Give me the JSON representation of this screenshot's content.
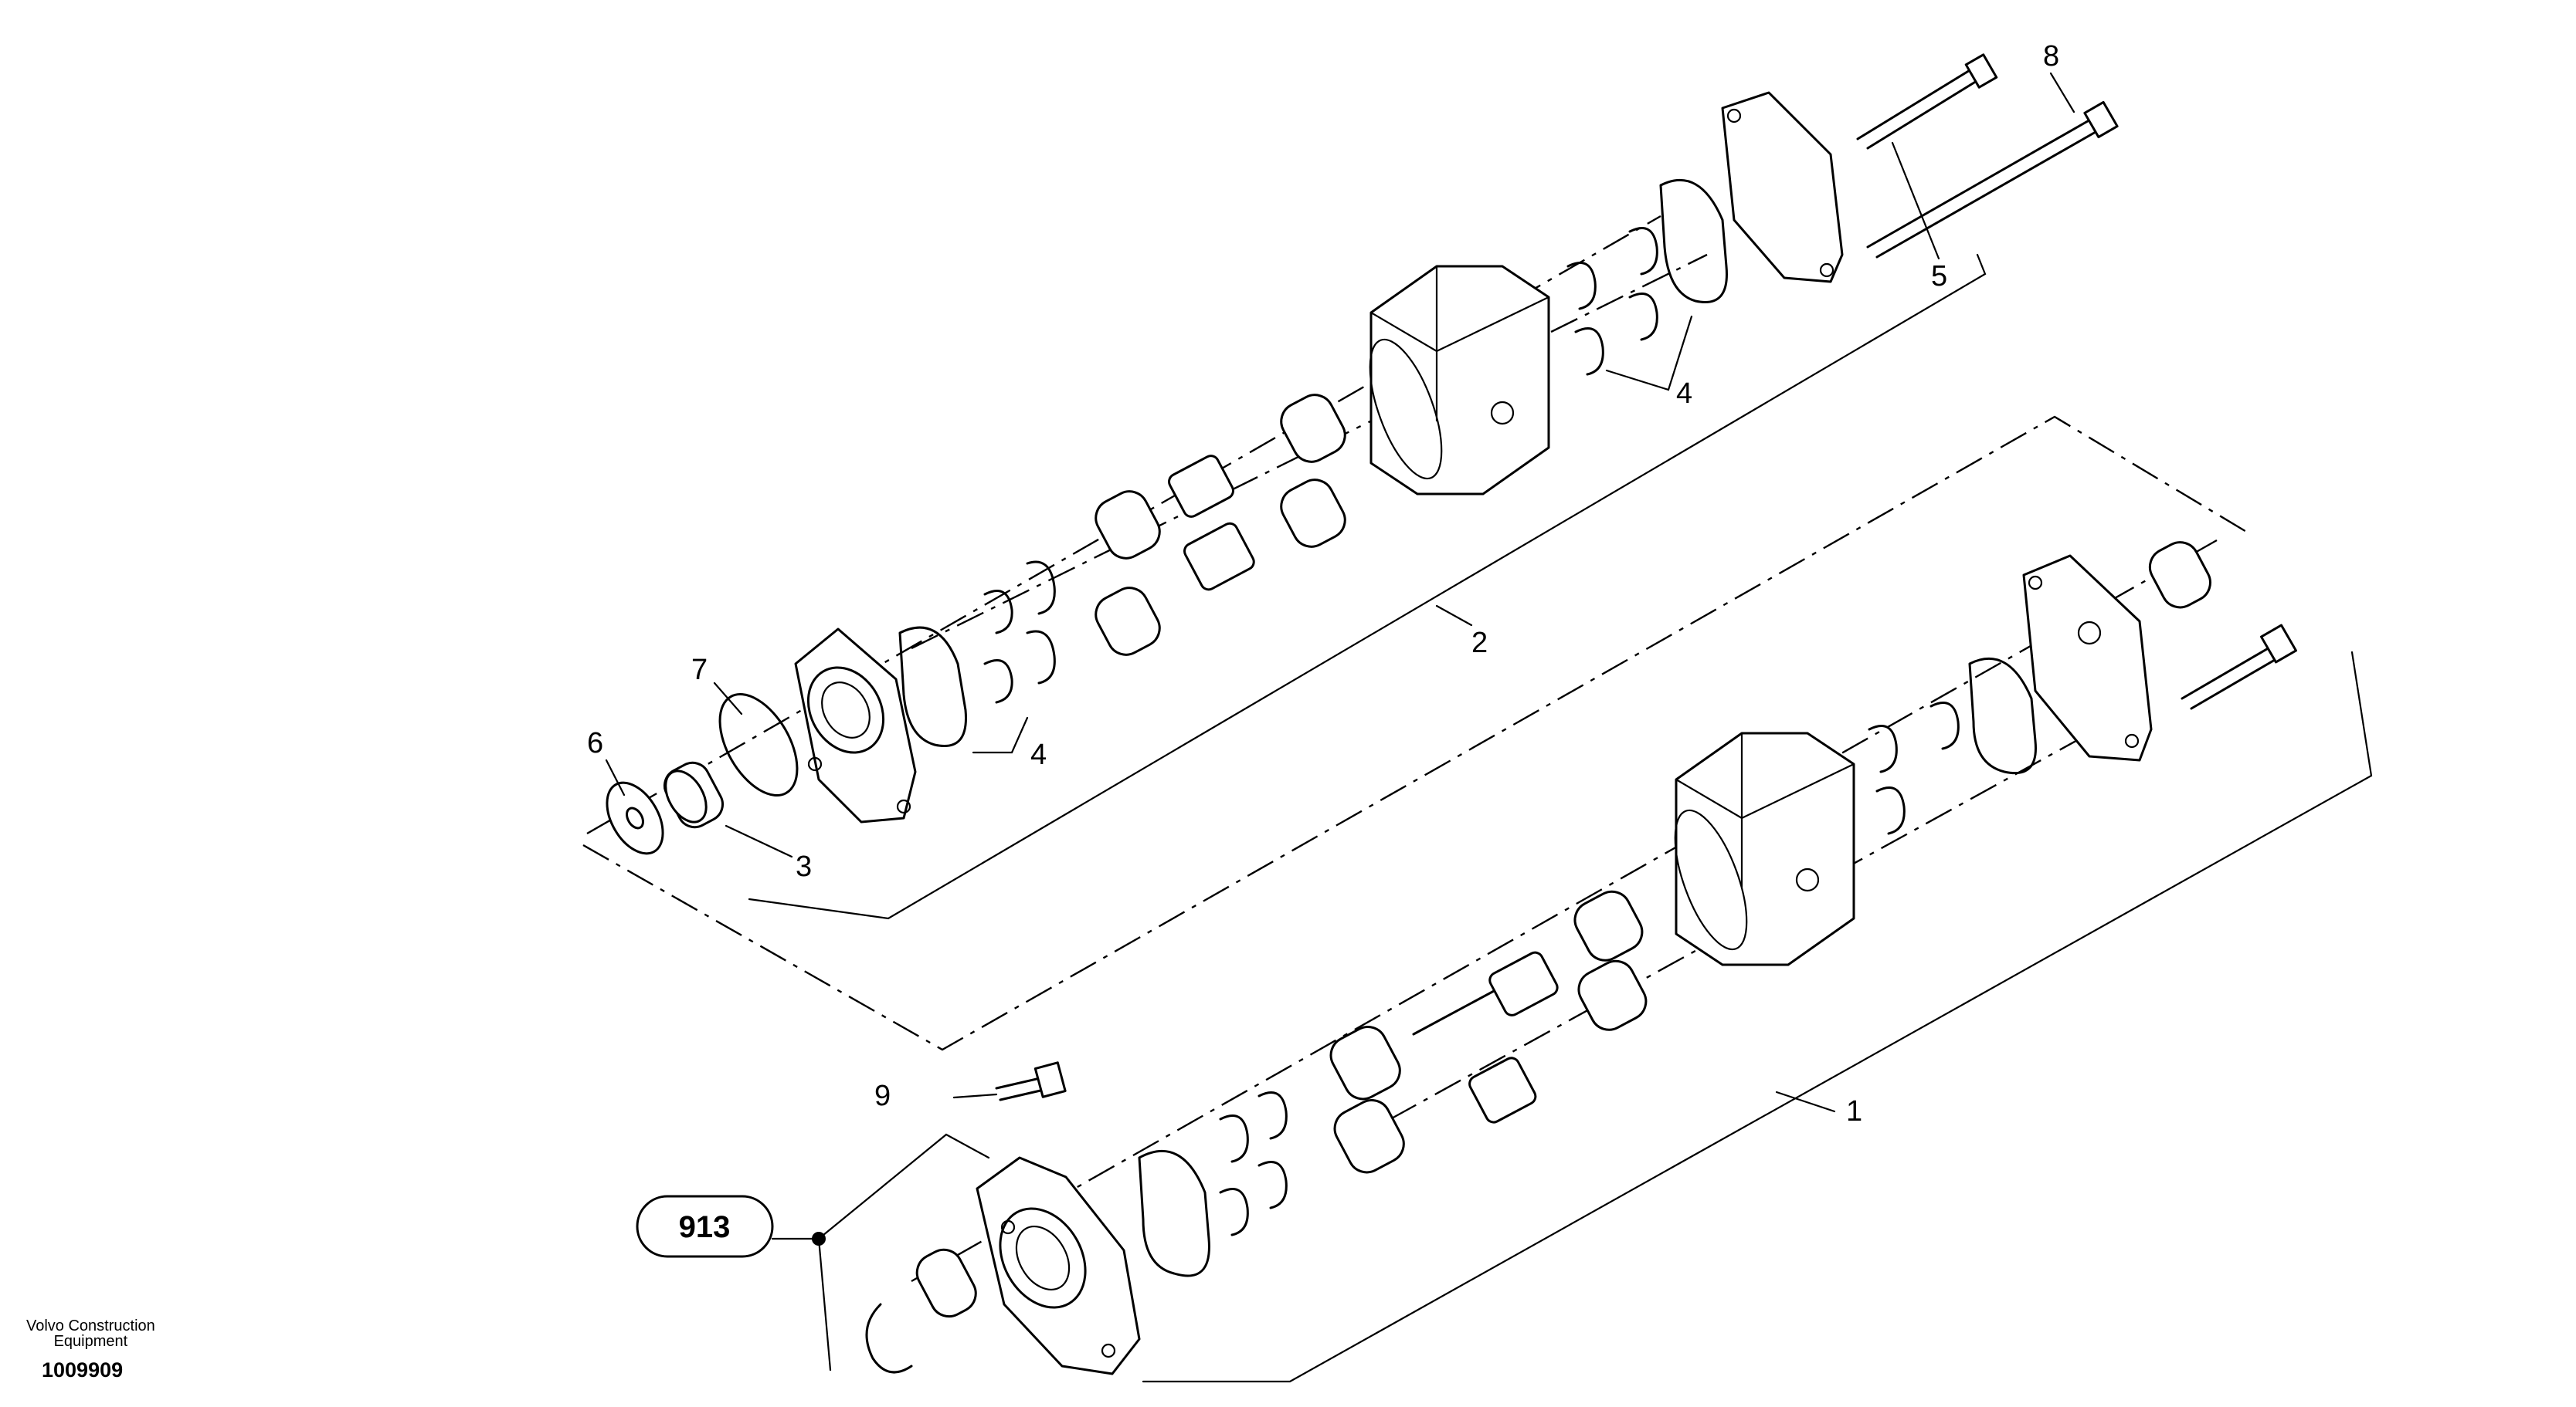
{
  "diagram": {
    "callouts": {
      "c1": "1",
      "c2": "2",
      "c3": "3",
      "c4a": "4",
      "c4b": "4",
      "c5": "5",
      "c6": "6",
      "c7": "7",
      "c8": "8",
      "c9": "9"
    },
    "reference_badge": "913"
  },
  "footer": {
    "company_line1": "Volvo Construction",
    "company_line2": "Equipment",
    "drawing_number": "1009909"
  }
}
